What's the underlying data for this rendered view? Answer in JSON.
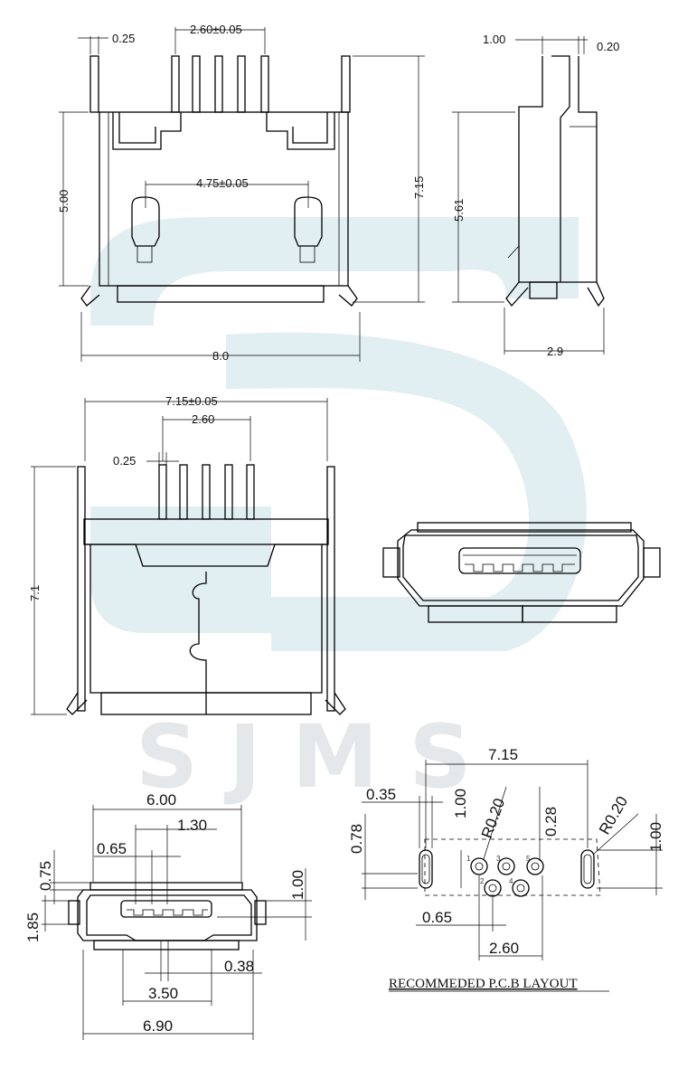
{
  "watermark": {
    "text": "SJMS"
  },
  "top_view": {
    "dims": {
      "pin_width": "0.25",
      "pin_span": "2.60±0.05",
      "height_total": "7.15",
      "height_body": "5.00",
      "hole_span": "4.75±0.05",
      "width": "8.0"
    }
  },
  "side_view": {
    "dims": {
      "d1": "1.00",
      "d2": "0.20",
      "height": "5.61",
      "depth": "2.9"
    }
  },
  "front_view": {
    "dims": {
      "width": "7.15±0.05",
      "pin_span": "2.60",
      "pin_width": "0.25",
      "height": "7.1"
    }
  },
  "face_view": {
    "dims": {
      "w600": "6.00",
      "w130": "1.30",
      "w065": "0.65",
      "h075": "0.75",
      "h185": "1.85",
      "h100": "1.00",
      "w038": "0.38",
      "w350": "3.50",
      "w690": "6.90"
    }
  },
  "pcb_layout": {
    "title": "RECOMMEDED P.C.B LAYOUT",
    "dims": {
      "span": "7.15",
      "pad_w": "0.35",
      "pad_h": "1.00",
      "r_left": "R0.20",
      "d028": "0.28",
      "r_right": "R0.20",
      "h_right": "1.00",
      "h078": "0.78",
      "pitch": "0.65",
      "span_pins": "2.60"
    },
    "pin_numbers": [
      "1",
      "2",
      "3",
      "4",
      "5"
    ]
  },
  "colors": {
    "line": "#000000",
    "watermark": "#cfe4ea"
  }
}
